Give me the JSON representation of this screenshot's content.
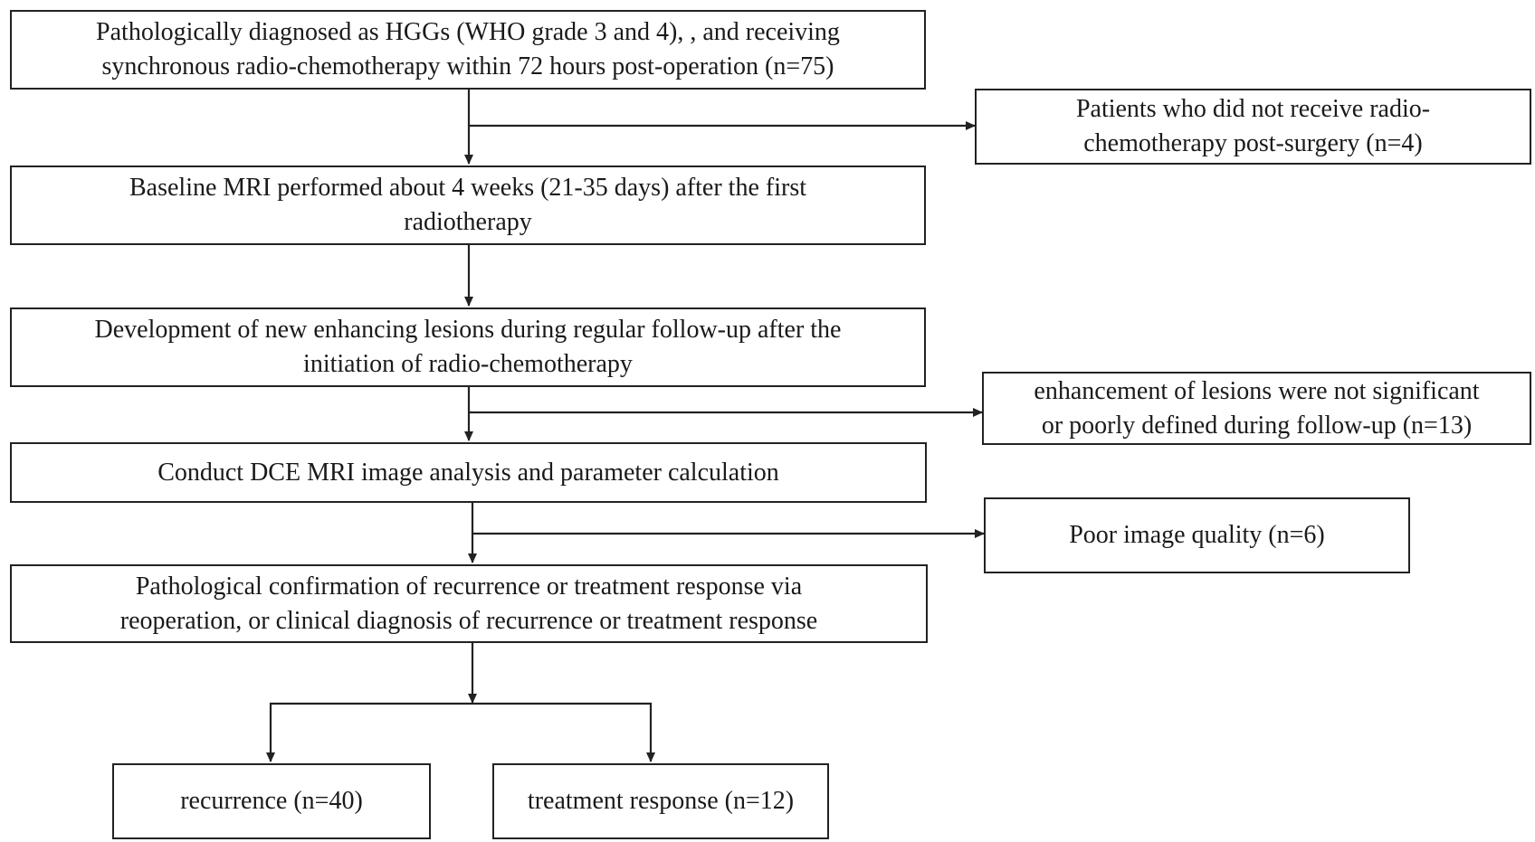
{
  "diagram": {
    "main_steps": [
      {
        "line1": "Pathologically diagnosed as HGGs (WHO grade 3 and 4), , and receiving",
        "line2": "synchronous radio-chemotherapy within 72 hours post-operation (n=75)"
      },
      {
        "line1": "Baseline MRI performed about 4 weeks (21-35 days) after the first",
        "line2": "radiotherapy"
      },
      {
        "line1": "Development of new enhancing lesions during regular follow-up after the",
        "line2": "initiation of radio-chemotherapy"
      },
      {
        "line1": "Conduct DCE MRI image analysis and parameter calculation"
      },
      {
        "line1": "Pathological confirmation of recurrence or treatment response via",
        "line2": "reoperation, or clinical diagnosis of recurrence or treatment response"
      }
    ],
    "exclusions": [
      {
        "line1": "Patients who did not receive radio-",
        "line2": "chemotherapy post-surgery (n=4)"
      },
      {
        "line1": "enhancement of lesions were not significant",
        "line2": "or poorly defined during follow-up (n=13)"
      },
      {
        "line1": "Poor image quality (n=6)"
      }
    ],
    "outcomes": [
      {
        "label": "recurrence (n=40)"
      },
      {
        "label": "treatment response (n=12)"
      }
    ],
    "colors": {
      "line": "#222222",
      "box_border": "#222222",
      "text": "#1a1a1a",
      "background": "#ffffff"
    }
  }
}
